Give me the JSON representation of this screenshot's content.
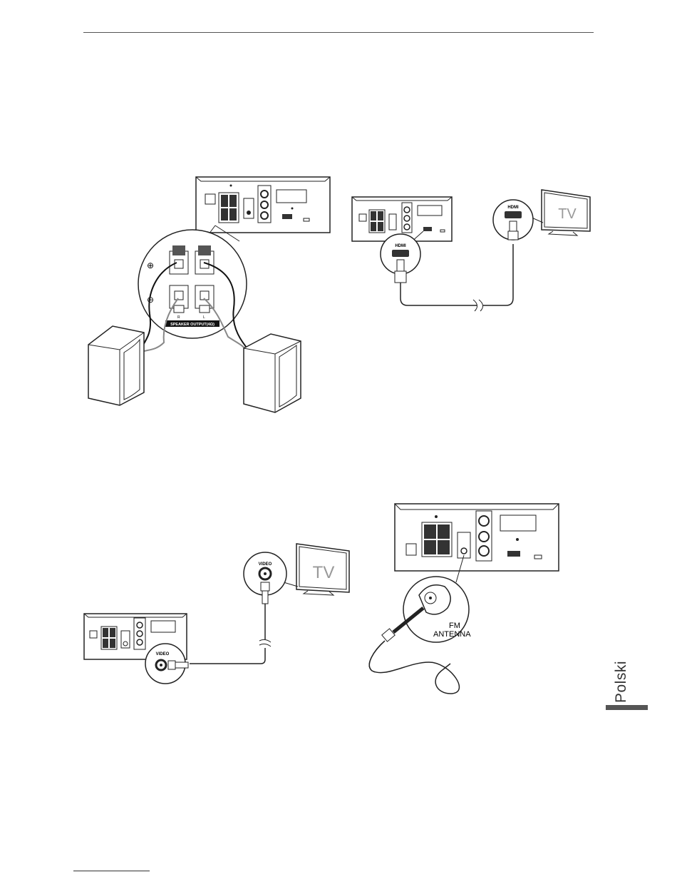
{
  "page": {
    "language_tab": "Polski"
  },
  "fig_speakers": {
    "speaker_output_label": "SPEAKER OUTPUT(4Ω)",
    "channel_r": "R",
    "channel_l": "L",
    "plus_symbol": "⊕",
    "minus_symbol": "⊖"
  },
  "fig_hdmi": {
    "unit_port_label": "HDMI",
    "tv_port_label": "HDMI",
    "tv_label": "TV"
  },
  "fig_video": {
    "unit_port_label": "VIDEO",
    "tv_port_label": "VIDEO",
    "tv_label": "TV"
  },
  "fig_antenna": {
    "antenna_label_line1": "FM",
    "antenna_label_line2": "ANTENNA"
  }
}
